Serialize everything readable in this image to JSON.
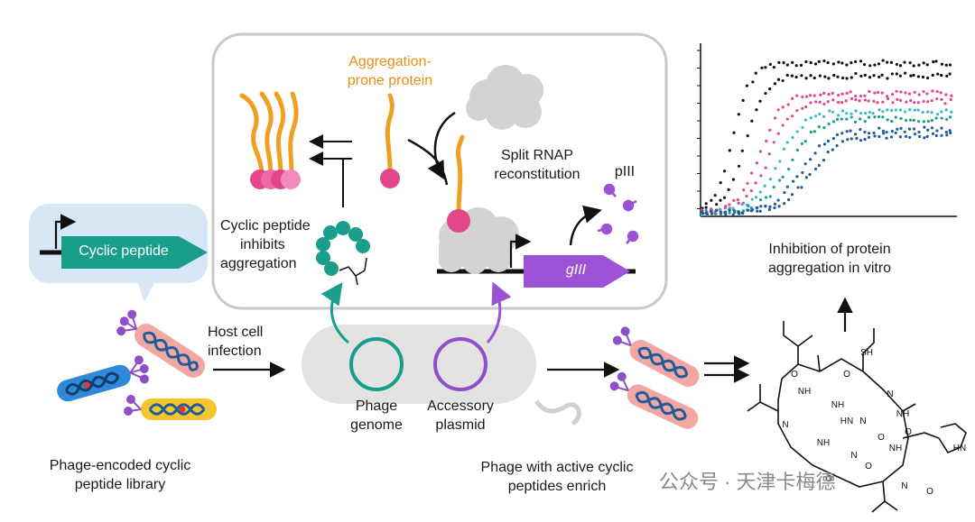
{
  "gene_label": "Cyclic peptide",
  "aggregation_label": [
    "Aggregation-",
    "prone protein"
  ],
  "rnap_label": [
    "Split RNAP",
    "reconstitution"
  ],
  "piii_label": "pIII",
  "inhibits_label": [
    "Cyclic peptide",
    "inhibits",
    "aggregation"
  ],
  "giii_label": "gIII",
  "library_label": [
    "Phage-encoded cyclic",
    "peptide library"
  ],
  "infection_label": [
    "Host cell",
    "infection"
  ],
  "phage_genome_label": [
    "Phage",
    "genome"
  ],
  "accessory_label": [
    "Accessory",
    "plasmid"
  ],
  "enrich_label": [
    "Phage with active cyclic",
    "peptides enrich"
  ],
  "inhibition_label": [
    "Inhibition of protein",
    "aggregation in vitro"
  ],
  "molecule_atoms": [
    "HN",
    "NH",
    "N",
    "SH",
    "O",
    "O",
    "N",
    "NH",
    "O",
    "NH",
    "O",
    "N",
    "O",
    "HN",
    "O",
    "N",
    "NH",
    "N",
    "O",
    "NH"
  ],
  "watermark": "公众号 · 天津卡梅德",
  "colors": {
    "teal": "#1a9e8c",
    "purple": "#8e4fc8",
    "gIII": "#9b52d4",
    "orange": "#f0a020",
    "pink": "#e3478a",
    "blue": "#1f5c9a",
    "cyan": "#3ab8c8",
    "black": "#111111"
  }
}
